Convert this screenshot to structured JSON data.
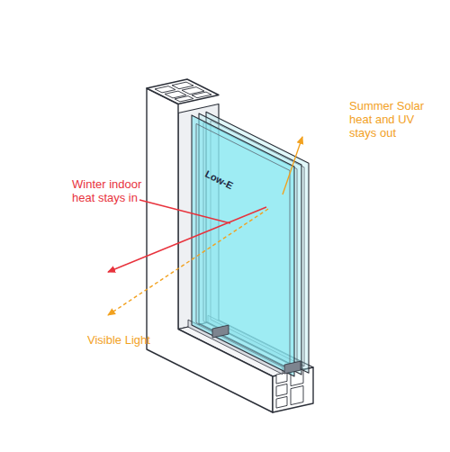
{
  "diagram": {
    "labels": [
      "Low-E",
      "Winter indoor heat stays in",
      "Summer Solar heat and UV stays out",
      "Visible Light"
    ]
  }
}
